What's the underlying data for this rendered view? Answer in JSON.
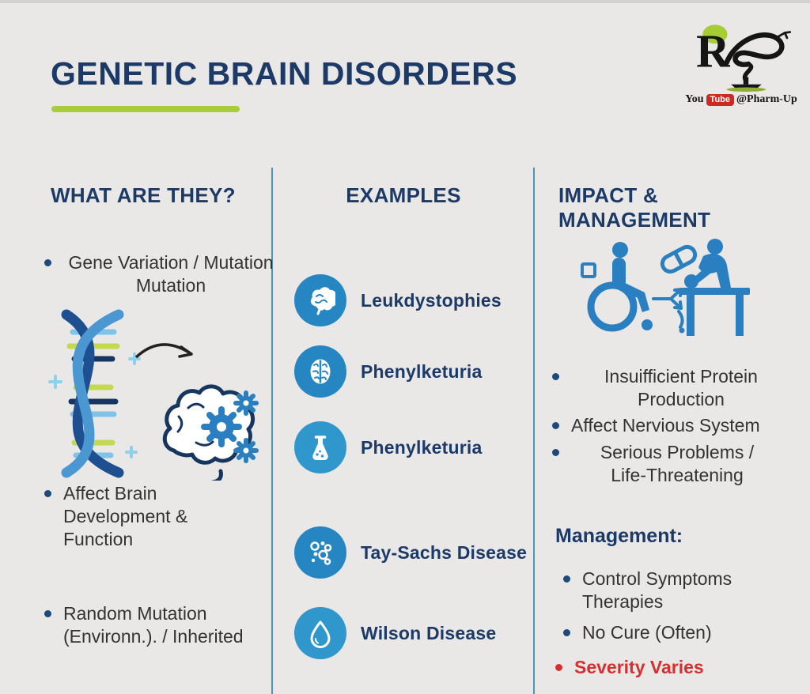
{
  "page": {
    "title": "GENETIC BRAIN DISORDERS"
  },
  "logo": {
    "symbol": "rx-snake-pharmacy",
    "youtube_you": "You",
    "youtube_tube": "Tube",
    "handle": "@Pharm-Up"
  },
  "columns": {
    "what": {
      "header": "WHAT ARE THEY?",
      "bullets": [
        "Gene Variation / Mutation\nMutation",
        "Affect Brain\nDevelopment &\nFunction",
        "Random Mutation\n(Environn.). / Inherited"
      ],
      "illustration": "dna-mutation-to-brain-gears"
    },
    "examples": {
      "header": "EXAMPLES",
      "items": [
        {
          "icon": "brain-side-icon",
          "label": "Leukdystophies"
        },
        {
          "icon": "brain-top-icon",
          "label": "Phenylketuria"
        },
        {
          "icon": "flask-icon",
          "label": "Phenylketuria"
        },
        {
          "icon": "molecules-icon",
          "label": "Tay-Sachs Disease"
        },
        {
          "icon": "drop-icon",
          "label": "Wilson Disease"
        }
      ]
    },
    "impact": {
      "header": "IMPACT & MANAGEMENT",
      "illustration": "wheelchair-medication-therapy",
      "bullets": [
        "Insuifficient Protein\nProduction",
        "Affect Nervious System",
        "Serious Problems /\nLife-Threatening"
      ],
      "management_heading": "Management:",
      "management_bullets": [
        {
          "text": "Control Symptoms\nTherapies",
          "emphasis": "normal"
        },
        {
          "text": "No Cure (Often)",
          "emphasis": "normal"
        },
        {
          "text": "Severity Varies",
          "emphasis": "red"
        }
      ]
    }
  },
  "colors": {
    "background": "#e9e8e6",
    "navy": "#1c3a68",
    "green_accent": "#a9cc3c",
    "divider_blue": "#4d94bb",
    "icon_blue": "#2586c2",
    "illustration_blue": "#2a7fc1",
    "alert_red": "#d62f2f",
    "youtube_red": "#cc2b24"
  }
}
